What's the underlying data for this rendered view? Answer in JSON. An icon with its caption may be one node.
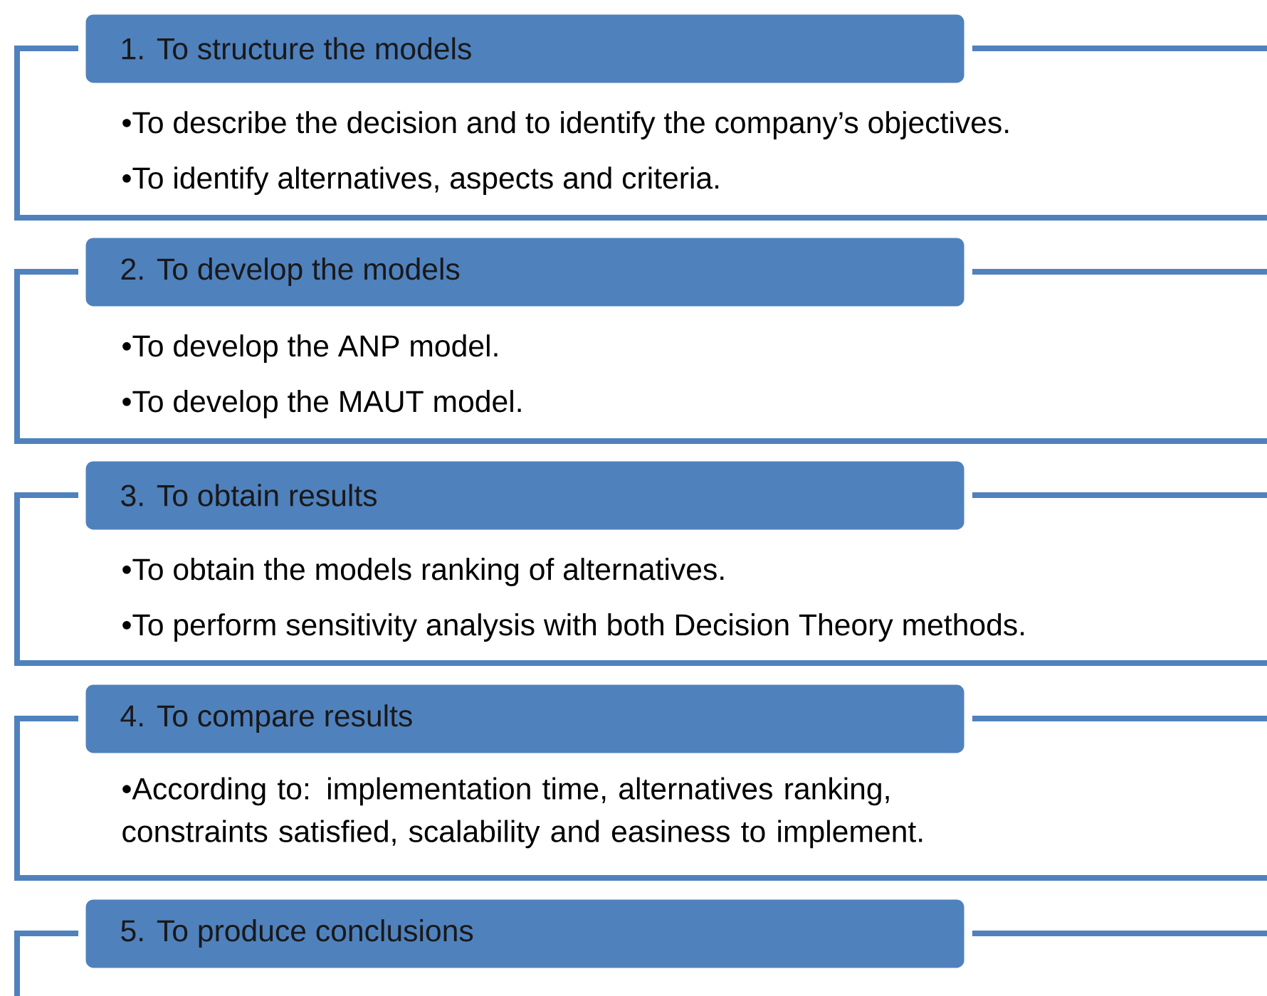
{
  "diagram": {
    "nodes": [
      {
        "text": [
          "1. To structure the models"
        ]
      },
      {
        "text": [
          "•To describe the decision and to identify the company’s objectives.",
          "•To identify alternatives, aspects and criteria."
        ]
      },
      {
        "text": [
          "2. To develop the models"
        ]
      },
      {
        "text": [
          "•To develop the ANP model.",
          "•To develop the MAUT model."
        ]
      },
      {
        "text": [
          "3. To obtain results"
        ]
      },
      {
        "text": [
          "•To obtain the models ranking of alternatives.",
          "•To perform sensitivity analysis with both Decision Theory methods."
        ]
      },
      {
        "text": [
          "4. To compare results"
        ]
      },
      {
        "text": [
          "•According to: implementation time, alternatives ranking, constraints satisfied, scalability and easiness to implement."
        ]
      },
      {
        "text": [
          "5. To produce conclusions"
        ]
      },
      {
        "text": [],
        "shape": "box"
      }
    ]
  }
}
